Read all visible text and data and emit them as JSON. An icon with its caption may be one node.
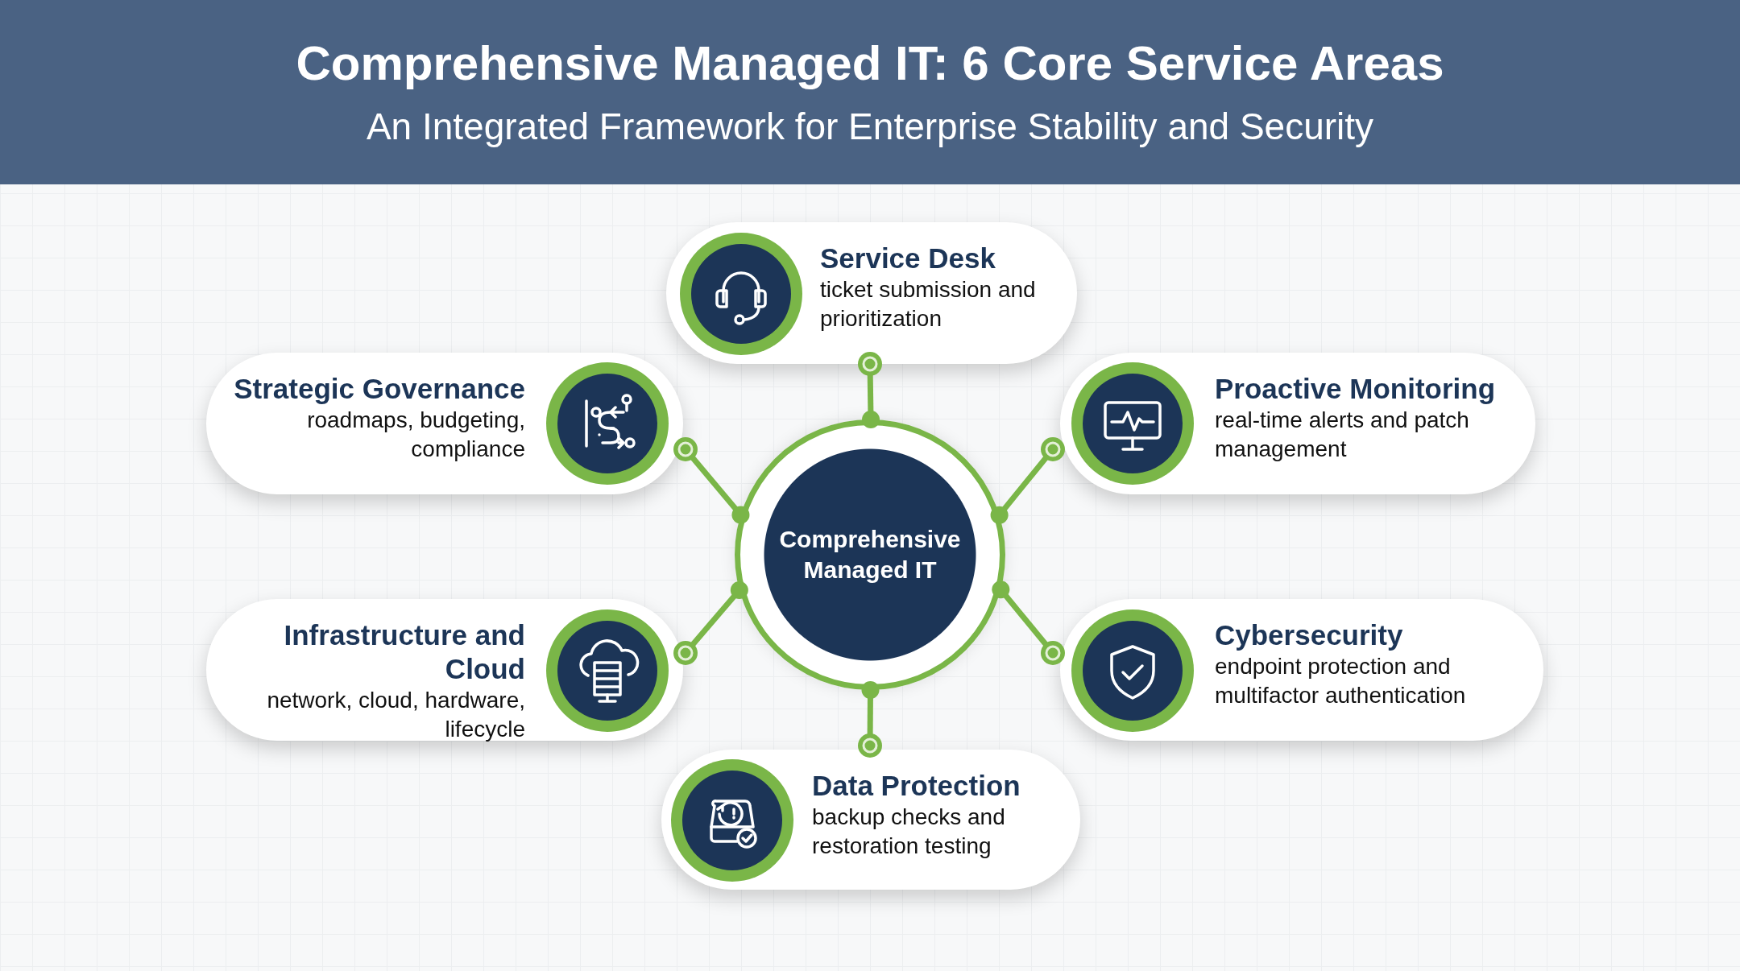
{
  "diagram": {
    "title": "Comprehensive Managed IT: 6 Core Service Areas",
    "caption": "An Integrated Framework for Enterprise Stability and Security",
    "nodes": [
      {
        "text": [
          "Comprehensive Managed IT"
        ]
      },
      {
        "text": [
          "Service Desk",
          "ticket submission and prioritization"
        ]
      },
      {
        "text": [
          "Strategic Governance",
          "roadmaps, budgeting, compliance"
        ]
      },
      {
        "text": [
          "Proactive Monitoring",
          "real-time alerts and patch management"
        ]
      },
      {
        "text": [
          "Infrastructure and Cloud",
          "network, cloud, hardware, lifecycle"
        ]
      },
      {
        "text": [
          "Cybersecurity",
          "endpoint protection and multifactor authentication"
        ]
      },
      {
        "text": [
          "Data Protection",
          "backup checks and restoration testing"
        ]
      }
    ],
    "edges": [
      {
        "from": 0,
        "to": 1,
        "arrow": "other"
      },
      {
        "from": 0,
        "to": 2,
        "arrow": "other"
      },
      {
        "from": 0,
        "to": 3,
        "arrow": "other"
      },
      {
        "from": 0,
        "to": 4,
        "arrow": "other"
      },
      {
        "from": 0,
        "to": 5,
        "arrow": "other"
      },
      {
        "from": 0,
        "to": 6,
        "arrow": "other"
      }
    ]
  }
}
